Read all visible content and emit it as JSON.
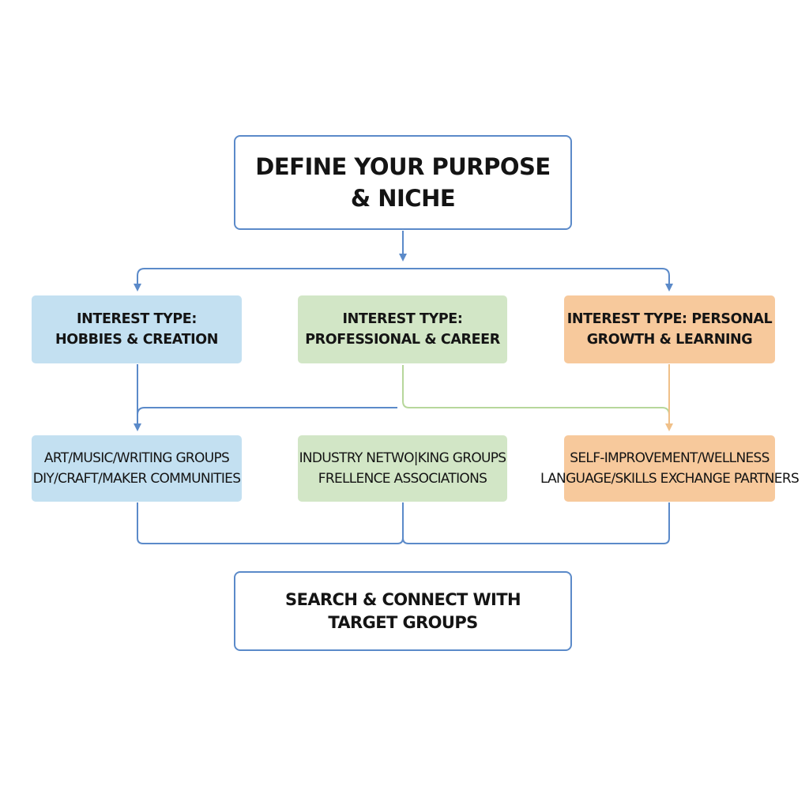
{
  "colors": {
    "connector_blue": "#5b8ac9",
    "connector_green": "#b7d79b",
    "connector_orange": "#f0c089",
    "fill_blue": "#c3e0f1",
    "fill_green": "#d2e6c6",
    "fill_orange": "#f7c99c",
    "text": "#141414"
  },
  "flow": {
    "start": {
      "lines": [
        "DEFINE YOUR PURPOSE",
        "& NICHE"
      ]
    },
    "interest_types": [
      {
        "lines": [
          "INTEREST TYPE:",
          "HOBBIES & CREATION"
        ]
      },
      {
        "lines": [
          "INTEREST TYPE:",
          "PROFESSIONAL & CAREER"
        ]
      },
      {
        "lines": [
          "INTEREST TYPE: PERSONAL",
          "GROWTH & LEARNING"
        ]
      }
    ],
    "groups": [
      {
        "lines": [
          "ART/MUSIC/WRITING GROUPS",
          "DIY/CRAFT/MAKER COMMUNITIES"
        ]
      },
      {
        "lines": [
          "INDUSTRY NETWO|KING GROUPS",
          "FRELLENCE ASSOCIATIONS"
        ]
      },
      {
        "lines": [
          "SELF-IMPROVEMENT/WELLNESS",
          "LANGUAGE/SKILLS EXCHANGE PARTNERS"
        ]
      }
    ],
    "end": {
      "lines": [
        "SEARCH & CONNECT WITH",
        "TARGET GROUPS"
      ]
    }
  }
}
